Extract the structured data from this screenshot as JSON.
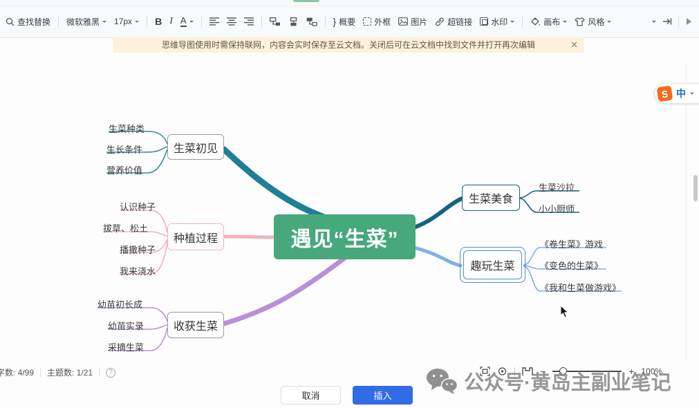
{
  "toolbar": {
    "find_replace": "查找替换",
    "font_name": "微软雅黑",
    "font_size": "17px",
    "bold_label": "B",
    "italic_label": "I",
    "font_color_label": "A",
    "summary_icon": "}",
    "summary_label": "概要",
    "outer_frame_label": "外框",
    "image_label": "图片",
    "hyperlink_label": "超链接",
    "watermark_label": "水印",
    "canvas_label": "画布",
    "style_label": "风格"
  },
  "banner": {
    "message": "思维导图使用时需保持联网，内容会实时保存至云文档。关闭后可在云文档中找到文件并打开再次编辑",
    "close_label": "✕"
  },
  "ime": {
    "logo_letter": "S",
    "mode_label": "中"
  },
  "mindmap": {
    "root_label": "遇见“生菜”",
    "branches": [
      {
        "label": "生菜初见",
        "children": [
          "生菜种类",
          "生长条件",
          "营养价值"
        ]
      },
      {
        "label": "种植过程",
        "children": [
          "认识种子",
          "拔草、松土",
          "播撒种子",
          "我来浇水"
        ]
      },
      {
        "label": "收获生菜",
        "children": [
          "幼苗初长成",
          "幼苗实录",
          "采摘生菜"
        ]
      },
      {
        "label": "生菜美食",
        "children": [
          "生菜沙拉",
          "小小厨师"
        ]
      },
      {
        "label": "趣玩生菜",
        "children": [
          "《卷生菜》游戏",
          "《变色的生菜》",
          "《我和生菜做游戏》"
        ]
      }
    ]
  },
  "statusbar": {
    "word_count": "字数: 4/99",
    "topic_count": "主题数: 1/21",
    "help_label": "?",
    "zoom_out_label": "−",
    "zoom_in_label": "+",
    "zoom_level": "100%"
  },
  "dialog": {
    "cancel_label": "取消",
    "insert_label": "插入"
  },
  "watermark_text": "公众号·黄岛主副业笔记",
  "colors": {
    "root_node": "#47a87c",
    "branch_teal": "#1f7f95",
    "branch_child_teal": "#2b8ba0",
    "branch_pink": "#f0b3b8",
    "branch_purple": "#b98fd8",
    "branch_dark_teal": "#15637f",
    "branch_light_blue": "#7fb0e8",
    "selection_blue": "#4a90d9",
    "insert_button": "#2f6ce6",
    "banner_bg": "#fbf2dc"
  }
}
